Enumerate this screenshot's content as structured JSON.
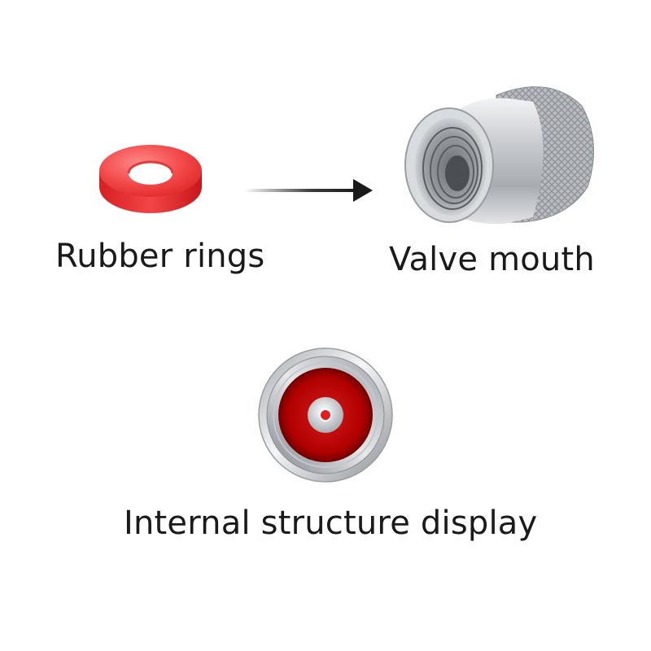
{
  "labels": {
    "rubber_rings": "Rubber rings",
    "valve_mouth": "Valve mouth",
    "internal_structure": "Internal structure display"
  },
  "colors": {
    "ring_red": "#f03a3a",
    "metal": "#c9ccd0",
    "inner_red": "#b00000",
    "text": "#1a1a1a"
  },
  "icons": [
    "rubber-ring-icon",
    "arrow-icon",
    "valve-cap-icon",
    "internal-structure-icon"
  ]
}
